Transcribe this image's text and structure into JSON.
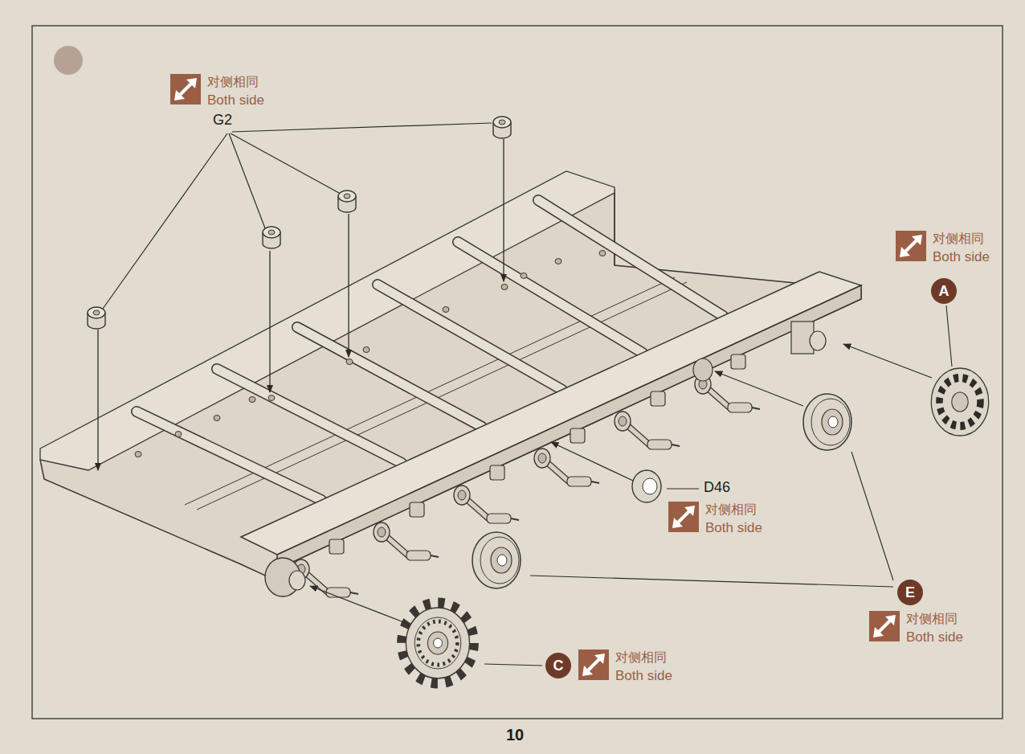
{
  "diagram": {
    "nodes": [
      {
        "text": [
          "A"
        ]
      },
      {
        "text": [
          "E"
        ]
      },
      {
        "text": [
          "C"
        ]
      }
    ],
    "labels": [
      "对侧相同",
      "Both side",
      "G2",
      "对侧相同",
      "Both side",
      "D46",
      "对侧相同",
      "Both side",
      "对侧相同",
      "Both side",
      "对侧相同",
      "Both side",
      "10"
    ]
  }
}
